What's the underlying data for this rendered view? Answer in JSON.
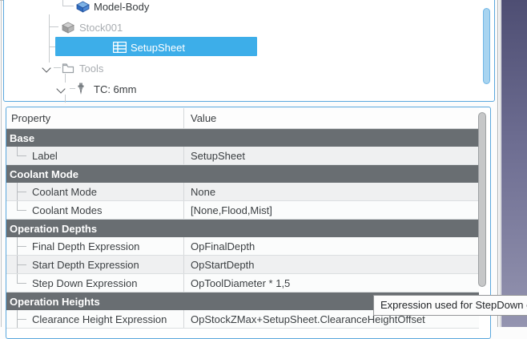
{
  "tree": {
    "items": [
      {
        "label": "Model-Body",
        "icon": "model-body-icon",
        "indent": 2,
        "muted": false,
        "selected": false,
        "chevron": false
      },
      {
        "label": "Stock001",
        "icon": "stock-icon",
        "indent": 1,
        "muted": true,
        "selected": false,
        "chevron": false
      },
      {
        "label": "SetupSheet",
        "icon": "setupsheet-icon",
        "indent": 1,
        "muted": false,
        "selected": true,
        "chevron": false
      },
      {
        "label": "Tools",
        "icon": "folder-icon",
        "indent": 1,
        "muted": true,
        "selected": false,
        "chevron": true
      },
      {
        "label": "TC: 6mm",
        "icon": "tool-icon",
        "indent": 2,
        "muted": false,
        "selected": false,
        "chevron": true
      }
    ]
  },
  "property_table": {
    "headers": {
      "property": "Property",
      "value": "Value"
    },
    "sections": [
      {
        "label": "Base",
        "rows": [
          {
            "property": "Label",
            "value": "SetupSheet",
            "branch": "last",
            "alt": true
          }
        ]
      },
      {
        "label": "Coolant Mode",
        "rows": [
          {
            "property": "Coolant Mode",
            "value": "None",
            "branch": "mid",
            "alt": true
          },
          {
            "property": "Coolant Modes",
            "value": "[None,Flood,Mist]",
            "branch": "last",
            "alt": false
          }
        ]
      },
      {
        "label": "Operation Depths",
        "rows": [
          {
            "property": "Final Depth Expression",
            "value": "OpFinalDepth",
            "branch": "mid",
            "alt": false
          },
          {
            "property": "Start Depth Expression",
            "value": "OpStartDepth",
            "branch": "mid",
            "alt": true
          },
          {
            "property": "Step Down Expression",
            "value": "OpToolDiameter * 1,5",
            "branch": "last",
            "alt": false
          }
        ]
      },
      {
        "label": "Operation Heights",
        "rows": [
          {
            "property": "Clearance Height Expression",
            "value": "OpStockZMax+SetupSheet.ClearanceHeightOffset",
            "branch": "mid",
            "alt": false
          }
        ]
      }
    ]
  },
  "tooltip": {
    "text": "Expression used for StepDown of"
  },
  "colors": {
    "selection_blue": "#3daee9",
    "section_header_gray": "#696e72",
    "panel_border_blue": "#5aa7dd",
    "viewport_gradient_top": "#4e4e73",
    "viewport_gradient_bottom": "#9494b0",
    "muted_text": "#a9adb1"
  }
}
